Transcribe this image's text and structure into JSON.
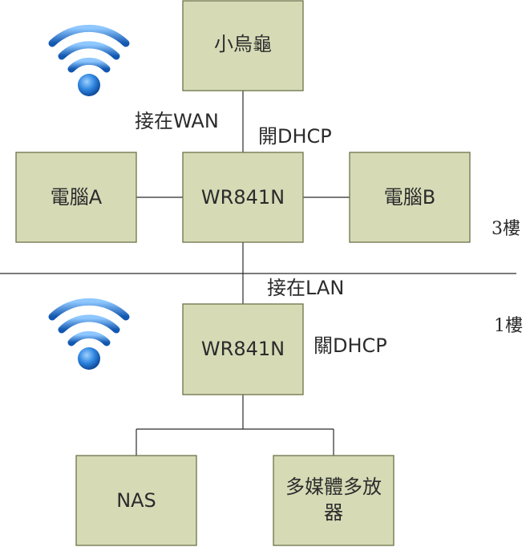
{
  "nodes": {
    "modem": "小烏龜",
    "router_top": "WR841N",
    "pc_a": "電腦A",
    "pc_b": "電腦B",
    "router_bottom": "WR841N",
    "nas": "NAS",
    "media_line1": "多媒體多放",
    "media_line2": "器"
  },
  "labels": {
    "wan": "接在WAN",
    "dhcp_on": "開DHCP",
    "lan": "接在LAN",
    "dhcp_off": "關DHCP"
  },
  "floors": {
    "upper": "3樓",
    "lower": "1樓"
  },
  "icons": {
    "wifi_top": "wifi-icon",
    "wifi_bottom": "wifi-icon"
  },
  "colors": {
    "box_fill": "#d6dbb6",
    "box_stroke": "#6e7347",
    "line": "#2b2b2b",
    "wifi_blue": "#1f6fc4"
  }
}
